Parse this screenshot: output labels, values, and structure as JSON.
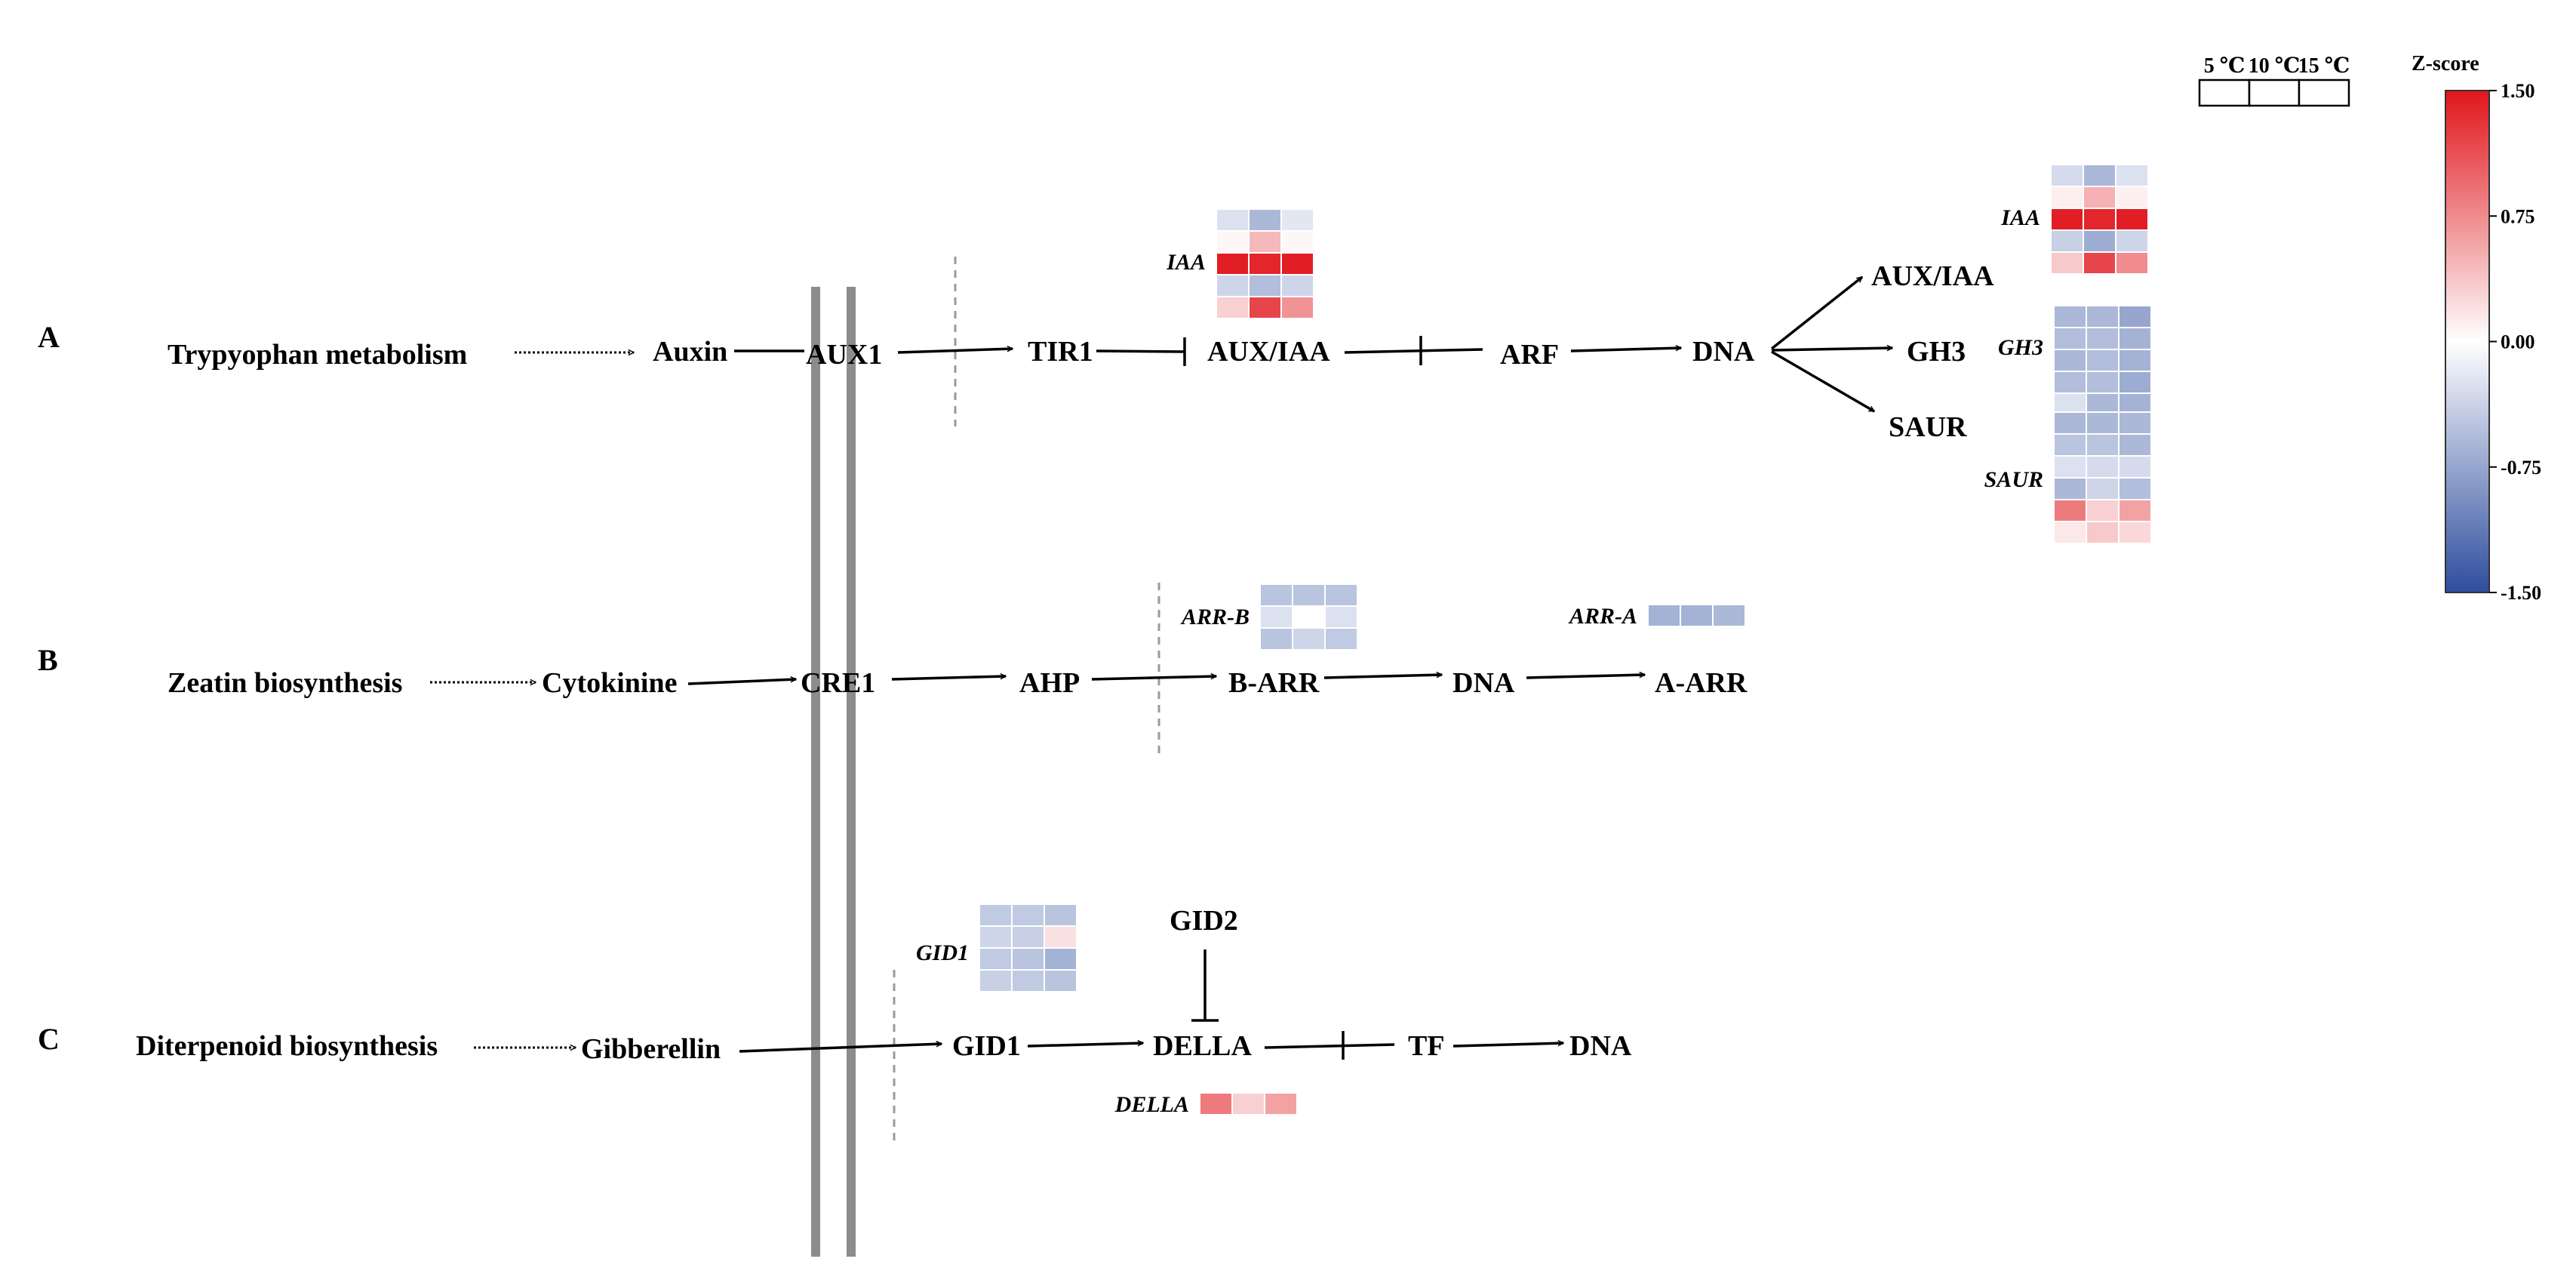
{
  "panels": {
    "a": "A",
    "b": "B",
    "c": "C"
  },
  "legend": {
    "temps": [
      "5 ℃",
      "10 ℃",
      "15 ℃"
    ],
    "scale_title": "Z-score",
    "ticks": [
      "1.50",
      "0.75",
      "0.00",
      "-0.75",
      "-1.50"
    ],
    "tick_values": [
      1.5,
      0.75,
      0,
      -0.75,
      -1.5
    ],
    "color_high": "#e0161c",
    "color_mid": "#ffffff",
    "color_low": "#2e4d9e"
  },
  "pathway_a": {
    "source": "Trypyophan  metabolism",
    "auxin": "Auxin",
    "aux1": "AUX1",
    "tir1": "TIR1",
    "aux_iaa": "AUX/IAA",
    "arf": "ARF",
    "dna": "DNA",
    "out_aux_iaa": "AUX/IAA",
    "gh3": "GH3",
    "saur": "SAUR"
  },
  "pathway_b": {
    "source": "Zeatin biosynthesis",
    "cytokinine": "Cytokinine",
    "cre1": "CRE1",
    "ahp": "AHP",
    "b_arr": "B-ARR",
    "dna": "DNA",
    "a_arr": "A-ARR"
  },
  "pathway_c": {
    "source": "Diterpenoid biosynthesis",
    "gibberellin": "Gibberellin",
    "gid1": "GID1",
    "gid2": "GID2",
    "della": "DELLA",
    "tf": "TF",
    "dna": "DNA"
  },
  "heatmaps": [
    {
      "id": "iaa-top",
      "label": "IAA",
      "values": [
        [
          -0.25,
          -0.6,
          -0.2
        ],
        [
          0.05,
          0.45,
          0.05
        ],
        [
          1.45,
          1.4,
          1.45
        ],
        [
          -0.35,
          -0.55,
          -0.35
        ],
        [
          0.3,
          1.2,
          0.7
        ]
      ]
    },
    {
      "id": "iaa-right",
      "label": "IAA",
      "values": [
        [
          -0.3,
          -0.6,
          -0.25
        ],
        [
          0.1,
          0.5,
          0.1
        ],
        [
          1.45,
          1.4,
          1.45
        ],
        [
          -0.4,
          -0.7,
          -0.35
        ],
        [
          0.35,
          1.2,
          0.75
        ]
      ]
    },
    {
      "id": "gh3",
      "label": "GH3",
      "values": [
        [
          -0.6,
          -0.6,
          -0.75
        ],
        [
          -0.55,
          -0.55,
          -0.65
        ],
        [
          -0.6,
          -0.55,
          -0.65
        ],
        [
          -0.55,
          -0.55,
          -0.7
        ],
        [
          -0.25,
          -0.6,
          -0.65
        ]
      ]
    },
    {
      "id": "saur",
      "label": "SAUR",
      "values": [
        [
          -0.6,
          -0.6,
          -0.6
        ],
        [
          -0.5,
          -0.5,
          -0.6
        ],
        [
          -0.25,
          -0.3,
          -0.3
        ],
        [
          -0.6,
          -0.35,
          -0.55
        ],
        [
          0.85,
          0.3,
          0.6
        ],
        [
          0.15,
          0.35,
          0.25
        ]
      ]
    },
    {
      "id": "arr-b",
      "label": "ARR-B",
      "values": [
        [
          -0.5,
          -0.5,
          -0.5
        ],
        [
          -0.25,
          0.0,
          -0.25
        ],
        [
          -0.5,
          -0.35,
          -0.45
        ]
      ]
    },
    {
      "id": "arr-a",
      "label": "ARR-A",
      "values": [
        [
          -0.65,
          -0.65,
          -0.6
        ]
      ]
    },
    {
      "id": "gid1",
      "label": "GID1",
      "values": [
        [
          -0.45,
          -0.45,
          -0.5
        ],
        [
          -0.35,
          -0.4,
          0.2
        ],
        [
          -0.45,
          -0.5,
          -0.65
        ],
        [
          -0.4,
          -0.45,
          -0.5
        ]
      ]
    },
    {
      "id": "della",
      "label": "DELLA",
      "values": [
        [
          0.85,
          0.3,
          0.6
        ]
      ]
    }
  ]
}
